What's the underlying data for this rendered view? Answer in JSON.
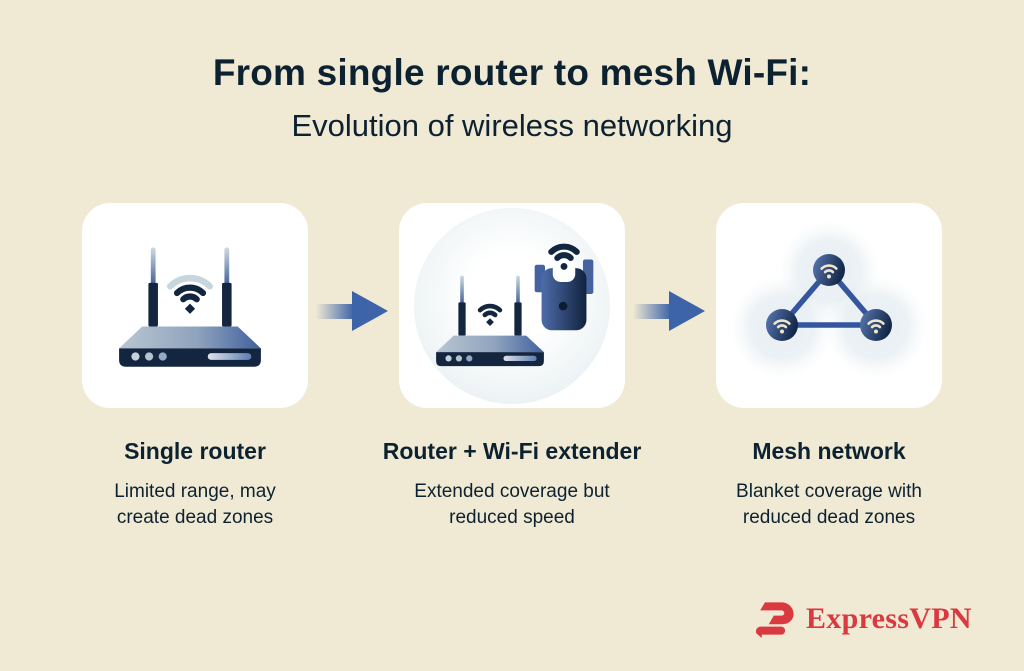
{
  "title": {
    "line1": "From single router to mesh Wi-Fi:",
    "line2": "Evolution of wireless networking"
  },
  "panels": [
    {
      "title": "Single router",
      "description_line1": "Limited range, may",
      "description_line2": "create dead zones",
      "icon": "router-icon"
    },
    {
      "title": "Router + Wi-Fi extender",
      "description_line1": "Extended coverage but",
      "description_line2": "reduced speed",
      "icon": "router-with-extender-icon"
    },
    {
      "title": "Mesh network",
      "description_line1": "Blanket coverage with",
      "description_line2": "reduced dead zones",
      "icon": "mesh-network-icon"
    }
  ],
  "arrows": [
    {
      "icon": "arrow-right-icon"
    },
    {
      "icon": "arrow-right-icon"
    }
  ],
  "brand": {
    "name": "ExpressVPN",
    "icon": "expressvpn-logo-icon"
  },
  "colors": {
    "background": "#f0e9d4",
    "card": "#ffffff",
    "navy": "#0d2231",
    "device_navy": "#13253f",
    "blue": "#3d63a8",
    "light_blue_arc": "#c7d5dd",
    "pale_circle": "#e2ebee",
    "brand_red": "#da3940",
    "wifi_cream": "#eee5cc"
  }
}
